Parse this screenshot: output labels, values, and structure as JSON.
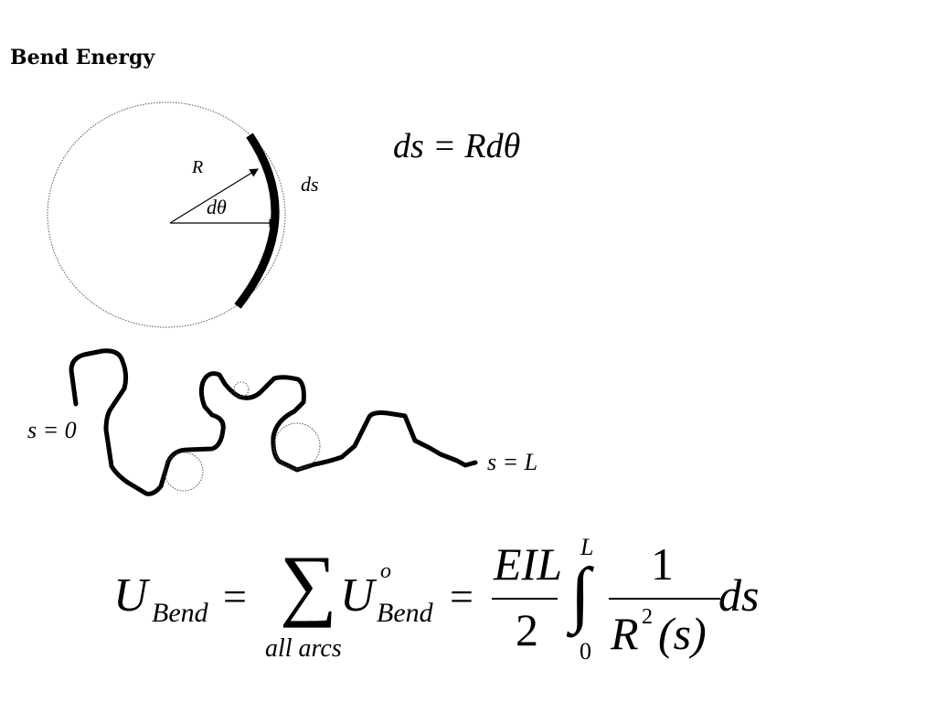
{
  "title": "Bend Energy",
  "top_equation": "ds = Rdθ",
  "labels": {
    "radius": "R",
    "angle": "dθ",
    "arc": "ds",
    "start": "s = 0",
    "end": "s = L"
  },
  "formula": {
    "lhs_symbol": "U",
    "lhs_sub": "Bend",
    "equals1": "=",
    "sum_symbol": "∑",
    "sum_under": "all arcs",
    "term_symbol": "U",
    "term_sup": "o",
    "term_sub": "Bend",
    "equals2": "=",
    "frac1_num": "EIL",
    "frac1_den": "2",
    "int_symbol": "∫",
    "int_upper": "L",
    "int_lower": "0",
    "frac2_num": "1",
    "frac2_den_R": "R",
    "frac2_den_sup": "2",
    "frac2_den_arg": "(s)",
    "differential": "ds"
  }
}
